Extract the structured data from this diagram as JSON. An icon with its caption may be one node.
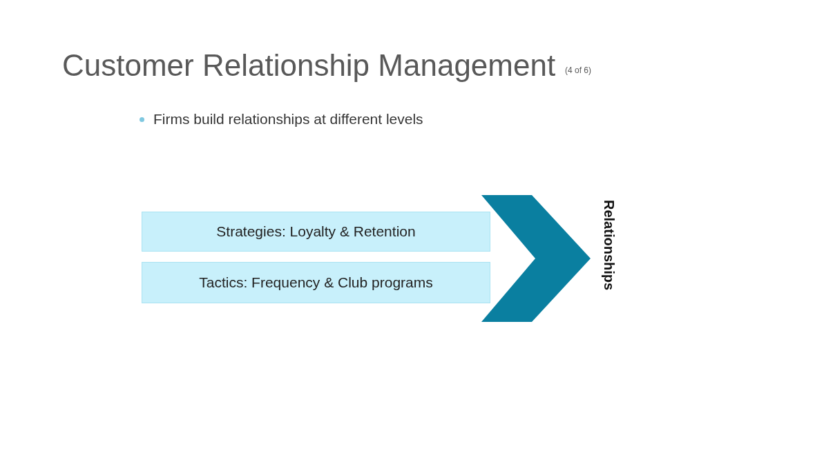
{
  "diagram": {
    "title": "Customer Relationship Management",
    "nodes": [
      {
        "text": [
          "Strategies: Loyalty & Retention"
        ]
      },
      {
        "text": [
          "Tactics: Frequency & Club programs"
        ]
      },
      {
        "text": [
          "Relationships"
        ]
      }
    ],
    "edges": [
      {
        "from": 0,
        "to": 2,
        "arrow": "to"
      },
      {
        "from": 1,
        "to": 2,
        "arrow": "to"
      }
    ],
    "labels": [
      "(4 of 6)",
      "Firms build relationships at different levels"
    ]
  }
}
